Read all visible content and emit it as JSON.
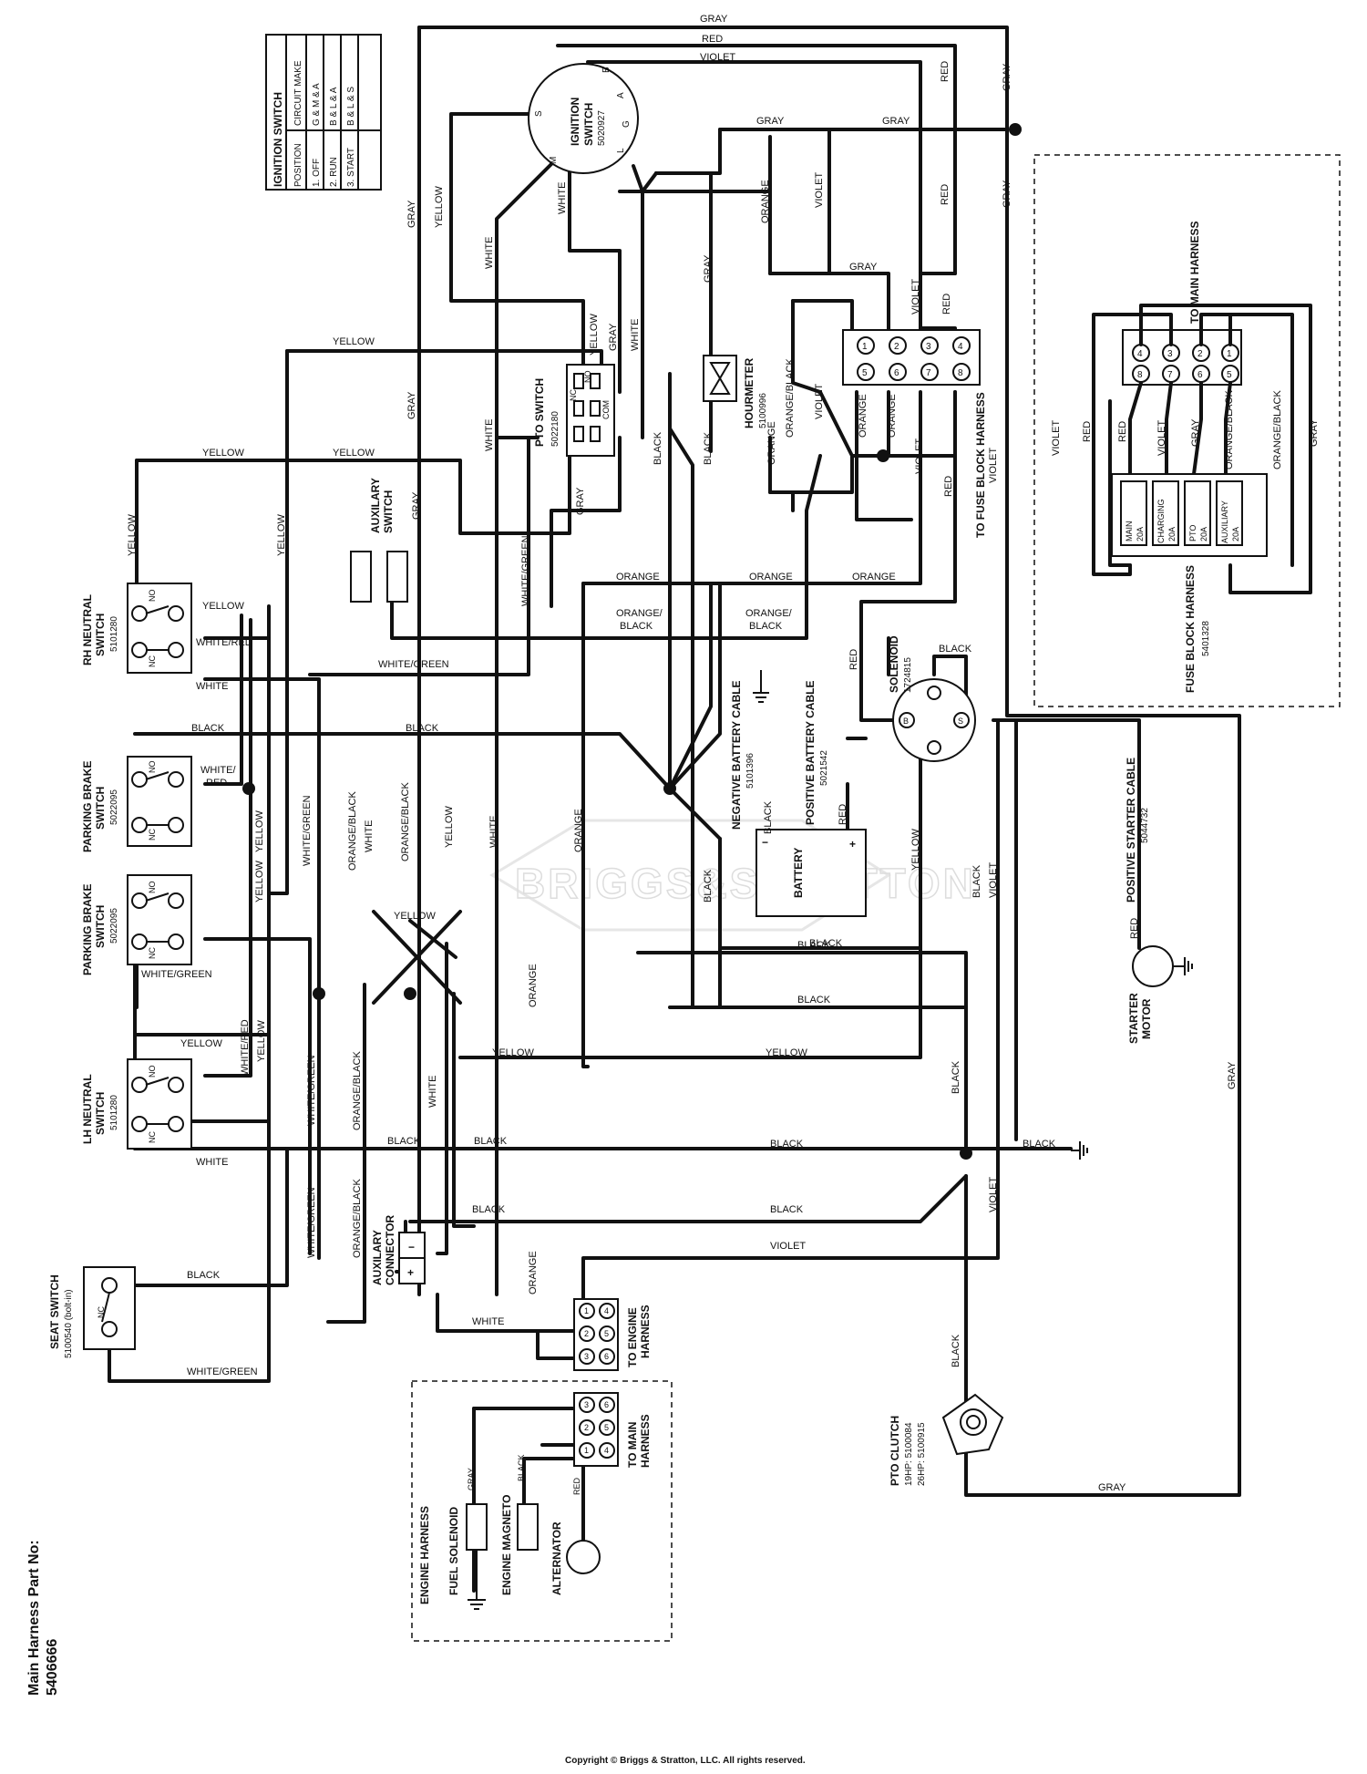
{
  "title": {
    "line1": "Main Harness Part No:",
    "line2": "5406666"
  },
  "copyright": "Copyright © Briggs & Stratton, LLC. All rights reserved.",
  "watermark": "BRIGGS&STRATTON",
  "ignition_table": {
    "title": "IGNITION SWITCH",
    "headers": [
      "POSITION",
      "CIRCUIT MAKE"
    ],
    "rows": [
      [
        "1. OFF",
        "G & M & A"
      ],
      [
        "2. RUN",
        "B & L & A"
      ],
      [
        "3. START",
        "B & L & S"
      ]
    ]
  },
  "ignition_switch": {
    "name": "IGNITION",
    "name2": "SWITCH",
    "part": "5020927",
    "terminals": [
      "S",
      "M",
      "B",
      "A",
      "G",
      "L"
    ]
  },
  "pto_switch": {
    "name": "PTO SWITCH",
    "part": "5022180",
    "terminals": [
      "NC",
      "NO",
      "COM"
    ]
  },
  "hourmeter": {
    "name": "HOURMETER",
    "part": "5100996"
  },
  "auxiliary_switch": {
    "name": "AUXILARY",
    "name2": "SWITCH"
  },
  "rh_neutral": {
    "name": "RH NEUTRAL",
    "name2": "SWITCH",
    "part": "5101280",
    "no": "NO",
    "nc": "NC"
  },
  "parking_brake_1": {
    "name": "PARKING BRAKE",
    "name2": "SWITCH",
    "part": "5022095",
    "no": "NO",
    "nc": "NC"
  },
  "parking_brake_2": {
    "name": "PARKING BRAKE",
    "name2": "SWITCH",
    "part": "5022095",
    "no": "NO",
    "nc": "NC"
  },
  "lh_neutral": {
    "name": "LH NEUTRAL",
    "name2": "SWITCH",
    "part": "5101280",
    "no": "NO",
    "nc": "NC"
  },
  "seat_switch": {
    "name": "SEAT SWITCH",
    "part": "5100540 (bolt-in)",
    "nc": "NC"
  },
  "aux_connector": {
    "name": "AUXILARY",
    "name2": "CONNECTOR",
    "plus": "+",
    "minus": "−"
  },
  "to_engine": {
    "name": "TO ENGINE",
    "name2": "HARNESS",
    "pins": [
      "1",
      "2",
      "3",
      "4",
      "5",
      "6"
    ]
  },
  "solenoid": {
    "name": "SOLENOID",
    "part": "1724815",
    "b": "B",
    "s": "S"
  },
  "battery": {
    "name": "BATTERY",
    "neg": "−",
    "pos": "+"
  },
  "neg_cable": {
    "name": "NEGATIVE BATTERY CABLE",
    "part": "5101396"
  },
  "pos_cable": {
    "name": "POSITIVE BATTERY CABLE",
    "part": "5021542"
  },
  "starter_cable": {
    "name": "POSITIVE STARTER CABLE",
    "part": "5044732"
  },
  "starter_motor": {
    "name": "STARTER",
    "name2": "MOTOR"
  },
  "pto_clutch": {
    "name": "PTO CLUTCH",
    "line2": "19HP: 5100084",
    "line3": "26HP: 5100915"
  },
  "main_connector": {
    "label": "TO FUSE BLOCK HARNESS",
    "top_pins": [
      "1",
      "2",
      "3",
      "4"
    ],
    "bottom_pins": [
      "5",
      "6",
      "7",
      "8"
    ]
  },
  "fuse_block": {
    "name": "FUSE BLOCK HARNESS",
    "part": "5401328",
    "to_main": "TO MAIN HARNESS",
    "top_pins": [
      "4",
      "3",
      "2",
      "1"
    ],
    "bottom_pins": [
      "8",
      "7",
      "6",
      "5"
    ],
    "fuses": [
      {
        "name": "MAIN",
        "amps": "20A"
      },
      {
        "name": "CHARGING",
        "amps": "20A"
      },
      {
        "name": "PTO",
        "amps": "20A"
      },
      {
        "name": "AUXILIARY",
        "amps": "20A"
      }
    ]
  },
  "engine_harness": {
    "name": "ENGINE HARNESS",
    "to_main": "TO MAIN",
    "to_main2": "HARNESS",
    "pins": [
      "3",
      "2",
      "1",
      "6",
      "5",
      "4"
    ],
    "components": [
      "FUEL SOLENOID",
      "ENGINE MAGNETO",
      "ALTERNATOR"
    ],
    "wires": [
      "GRAY",
      "BLACK",
      "RED"
    ]
  },
  "wire_colors": {
    "gray": "GRAY",
    "red": "RED",
    "violet": "VIOLET",
    "yellow": "YELLOW",
    "white": "WHITE",
    "black": "BLACK",
    "orange": "ORANGE",
    "orange_black": "ORANGE/BLACK",
    "white_green": "WHITE/GREEN",
    "white_red": "WHITE/RED",
    "orange_slash": "ORANGE/",
    "white_slash": "WHITE/"
  }
}
